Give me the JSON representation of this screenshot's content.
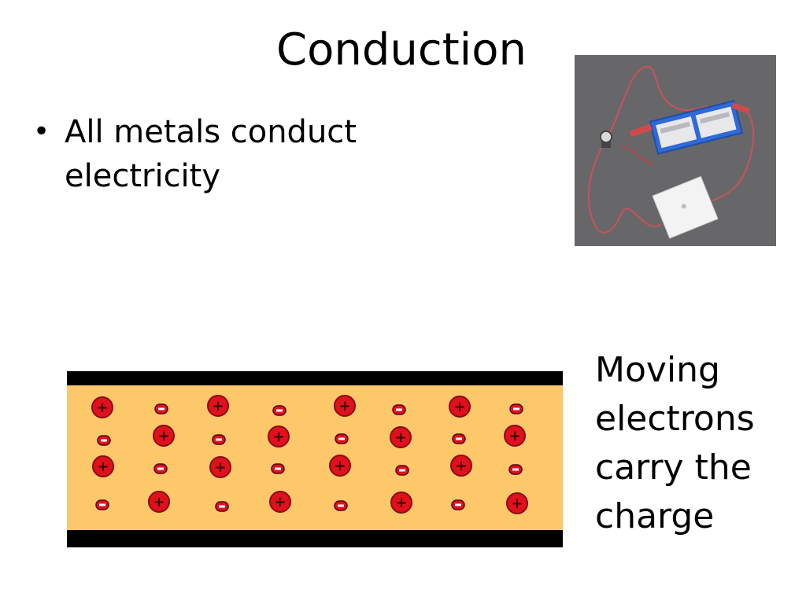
{
  "slide": {
    "title": "Conduction",
    "bullets": [
      "All metals conduct electricity"
    ],
    "caption": "Moving\nelectrons\ncarry the\ncharge"
  },
  "photo": {
    "subject": "battery-circuit-photo"
  },
  "conductor_diagram": {
    "colors": {
      "metal": "#fcc86a",
      "boundary": "#000000",
      "ion": "#e0101c",
      "electron": "#ffffff"
    },
    "ion_symbol": "+",
    "electron_symbol": "−"
  }
}
